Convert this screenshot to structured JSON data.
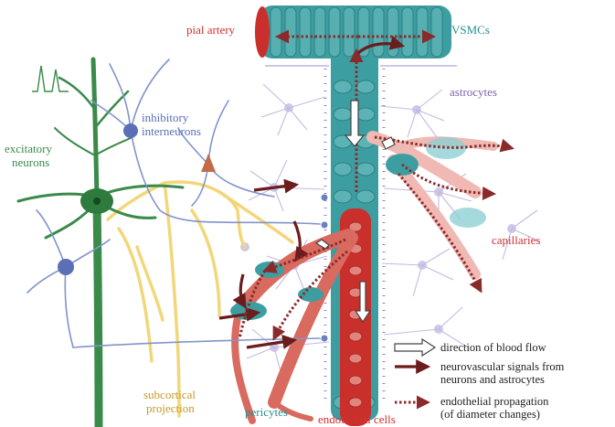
{
  "labels": {
    "pial_artery": "pial artery",
    "vsmcs": "VSMCs",
    "astrocytes": "astrocytes",
    "inhibitory_1": "inhibitory",
    "inhibitory_2": "interneurons",
    "excitatory_1": "excitatory",
    "excitatory_2": "neurons",
    "capillaries": "capillaries",
    "subcortical_1": "subcortical",
    "subcortical_2": "projection",
    "pericytes": "pericytes",
    "endothelial_cells": "endothelial cells"
  },
  "legend": [
    {
      "lines": [
        "direction of blood flow"
      ],
      "symbol": "hollow-arrow"
    },
    {
      "lines": [
        "neurovascular signals from",
        "neurons and astrocytes"
      ],
      "symbol": "solid-arrow"
    },
    {
      "lines": [
        "endothelial propagation",
        "(of diameter changes)"
      ],
      "symbol": "dotted-arrow"
    }
  ],
  "colors": {
    "vessel_teal": "#3d9ea1",
    "vsmc_teal": "#4aa8aa",
    "artery_red": "#c9302c",
    "capillary_red": "#d86a5f",
    "excitatory_green": "#3a8a4a",
    "inhibitory_blue": "#6a80c0",
    "astrocyte_purple": "#a99ad0",
    "subcortical_yellow": "#f2d77a",
    "arrow_dark": "#6b1c1c",
    "label_red": "#d43030",
    "label_teal": "#2c8c8c",
    "label_blue": "#5a6fb5",
    "label_green": "#3a8a4a",
    "label_purple": "#7a64b0",
    "label_gold": "#c79a2a"
  }
}
